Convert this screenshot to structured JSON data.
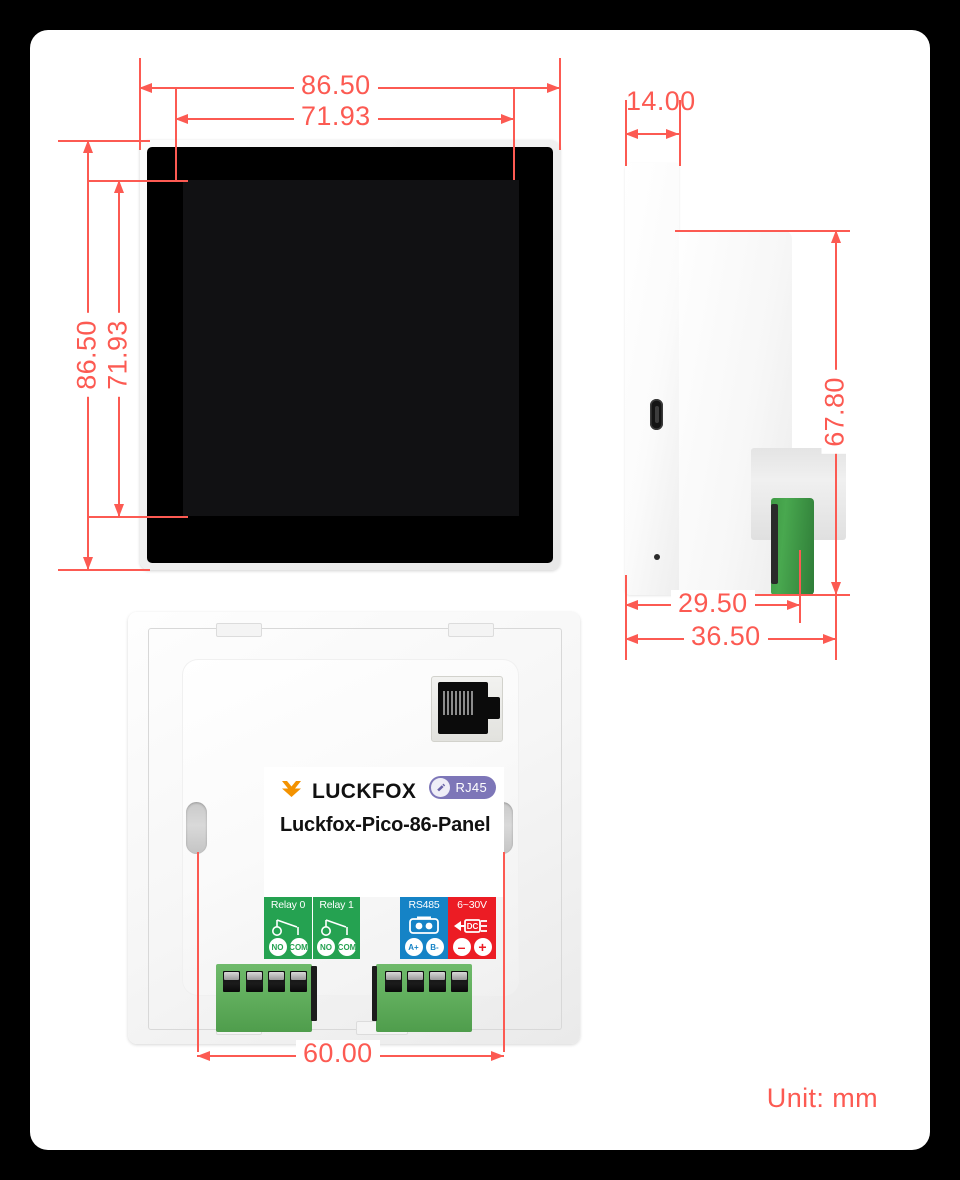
{
  "drawing": {
    "unit_note": "Unit: mm",
    "accent_color": "#FC5A52",
    "border_gradient_from": "#FFD024",
    "border_gradient_to": "#FA5A55"
  },
  "front_view": {
    "dimensions": {
      "outer_width": "86.50",
      "screen_width": "71.93",
      "outer_height": "86.50",
      "screen_height": "71.93"
    }
  },
  "side_view": {
    "dimensions": {
      "faceplate_thickness": "14.00",
      "body_height": "67.80",
      "body_depth": "29.50",
      "total_depth": "36.50"
    },
    "ports": {
      "usb": "usb-c-port",
      "led": "status-led"
    }
  },
  "back_view": {
    "dimensions": {
      "mount_hole_spacing": "60.00"
    },
    "silkscreen": {
      "brand": "LUCKFOX",
      "product": "Luckfox-Pico-86-Panel",
      "badge": "RJ45",
      "badge_icon": "ethernet-icon"
    },
    "legend": [
      {
        "key": "relay0",
        "title": "Relay 0",
        "color": "#25a251",
        "type": "green",
        "pins": [
          "NO",
          "COM"
        ]
      },
      {
        "key": "relay1",
        "title": "Relay 1",
        "color": "#25a251",
        "type": "green",
        "pins": [
          "NO",
          "COM"
        ]
      },
      {
        "key": "rs485",
        "title": "RS485",
        "color": "#1583c6",
        "type": "blue",
        "pins": [
          "A+",
          "B-"
        ]
      },
      {
        "key": "power",
        "title": "6~30V",
        "color": "#ec1c24",
        "type": "red",
        "pins": [
          "–",
          "+"
        ]
      }
    ],
    "connectors": {
      "rj45": "rj45-ethernet-jack",
      "terminal_left": "relay-terminal-block",
      "terminal_right": "power-rs485-terminal-block"
    }
  }
}
